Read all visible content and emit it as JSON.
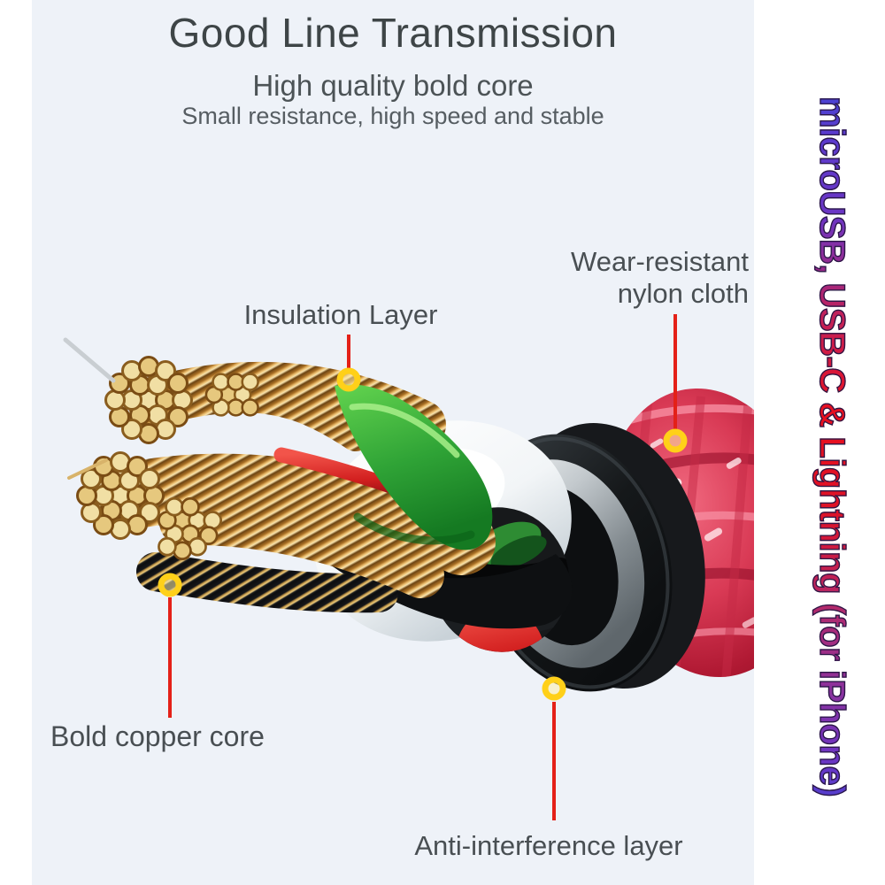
{
  "header": {
    "title": "Good Line Transmission",
    "subtitle": "High quality bold core",
    "tagline": "Small resistance, high speed and stable"
  },
  "side_banner": {
    "text": "microUSB, USB-C & Lightning (for iPhone)",
    "gradient_colors": [
      "#2f4cdb",
      "#6b35c4",
      "#c1215a",
      "#ea0f1e",
      "#b02a6e",
      "#6b35c4",
      "#2f4cdb"
    ]
  },
  "callouts": [
    {
      "label": "Insulation Layer"
    },
    {
      "label": "Wear-resistant nylon cloth"
    },
    {
      "label": "Bold copper core"
    },
    {
      "label": "Anti-interference layer"
    }
  ],
  "colors": {
    "panel_background": "#eef2f8",
    "page_background": "#ffffff",
    "title_text": "#3e4547",
    "label_text": "#494f53",
    "leader_line": "#e42118",
    "marker_ring": "#ffd019",
    "nylon_braid": "#d93a55",
    "insulation_green": "#2fa336",
    "copper": "#e3b86a",
    "shield_silver": "#c3c9cd",
    "jacket_black": "#15181a",
    "sheath_white": "#ffffff",
    "wire_red": "#d21f1f"
  }
}
